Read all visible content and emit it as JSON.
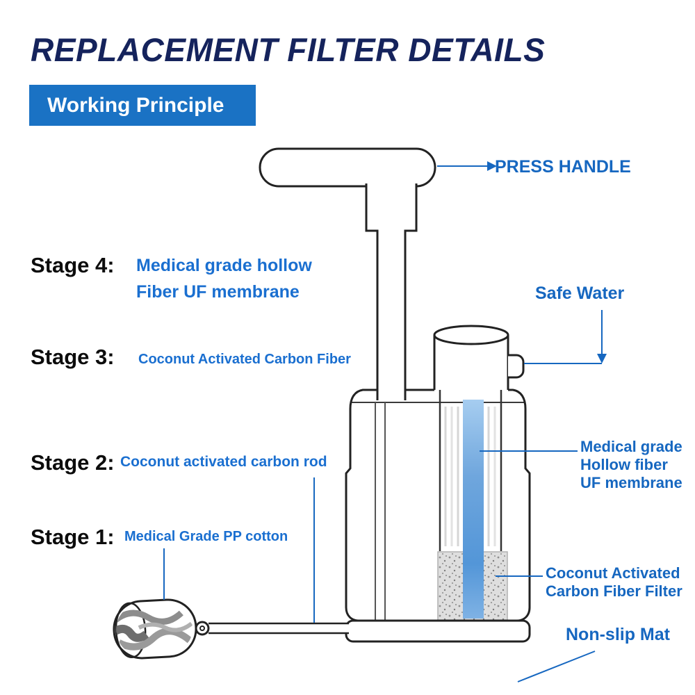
{
  "title": "REPLACEMENT FILTER DETAILS",
  "banner": {
    "label": "Working Principle"
  },
  "stages": [
    {
      "name": "Stage 4:",
      "lines": [
        "Medical grade hollow",
        "Fiber UF membrane"
      ]
    },
    {
      "name": "Stage 3:",
      "lines": [
        "Coconut Activated Carbon Fiber"
      ]
    },
    {
      "name": "Stage 2:",
      "lines": [
        "Coconut activated carbon rod"
      ]
    },
    {
      "name": "Stage 1:",
      "lines": [
        "Medical Grade PP cotton"
      ]
    }
  ],
  "callouts": {
    "press_handle": "PRESS HANDLE",
    "safe_water": "Safe Water",
    "membrane": [
      "Medical grade",
      "Hollow fiber",
      "UF membrane"
    ],
    "carbon": [
      "Coconut Activated",
      "Carbon Fiber Filter"
    ],
    "non_slip_mat": "Non-slip Mat"
  },
  "colors": {
    "banner_blue": "#1a72c4",
    "label_blue": "#1667c0",
    "stage_desc_blue": "#1a6fd0",
    "title_navy": "#15235c",
    "line_black": "#222222",
    "membrane_gradient_top": "#a6cdf0",
    "membrane_gradient_bottom": "#5396d8",
    "carbon_fill_gray": "#dedede"
  }
}
